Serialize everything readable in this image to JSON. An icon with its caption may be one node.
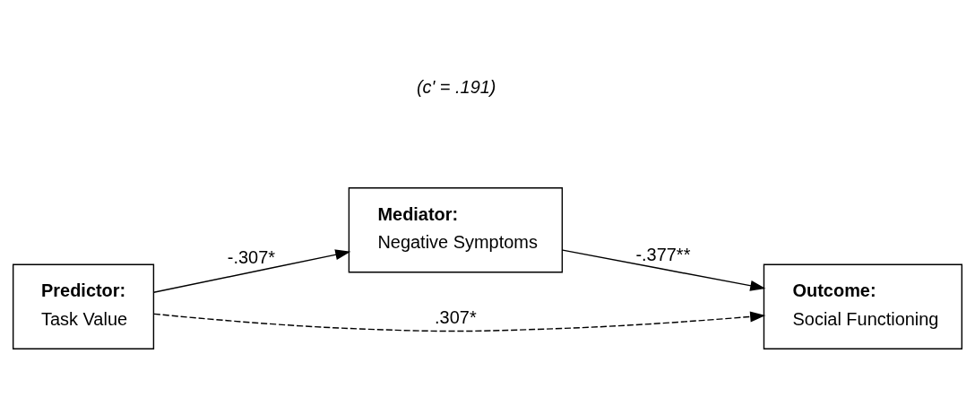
{
  "diagram": {
    "nodes": [
      {
        "text": [
          "Predictor:",
          "Task Value"
        ]
      },
      {
        "text": [
          "Mediator:",
          "Negative Symptoms"
        ]
      },
      {
        "text": [
          "Outcome:",
          "Social Functioning"
        ]
      }
    ],
    "edges": [
      {
        "from": 0,
        "to": 1,
        "arrow": "to",
        "label": "-.307*"
      },
      {
        "from": 1,
        "to": 2,
        "arrow": "to",
        "label": "-.377**"
      },
      {
        "from": 0,
        "to": 2,
        "arrow": "to",
        "label": ".307*",
        "style": "dashed"
      }
    ],
    "labels": [
      "(c' = .191)"
    ]
  }
}
